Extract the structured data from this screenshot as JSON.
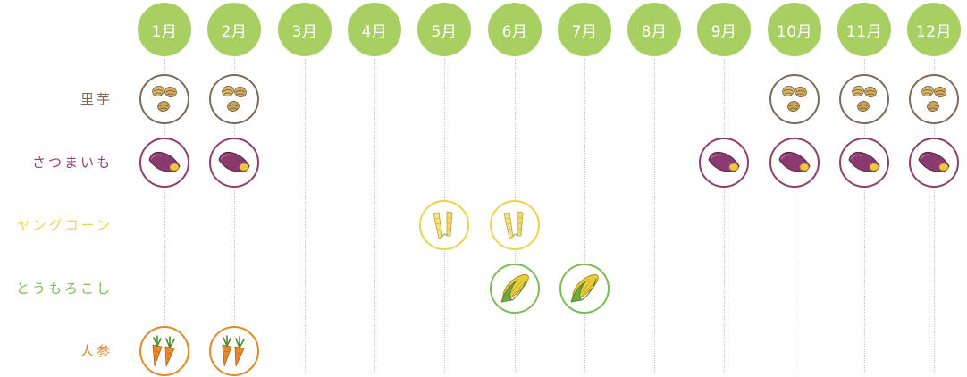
{
  "months": [
    {
      "label": "1月"
    },
    {
      "label": "2月"
    },
    {
      "label": "3月"
    },
    {
      "label": "4月"
    },
    {
      "label": "5月"
    },
    {
      "label": "6月"
    },
    {
      "label": "7月"
    },
    {
      "label": "8月"
    },
    {
      "label": "9月"
    },
    {
      "label": "10月"
    },
    {
      "label": "11月"
    },
    {
      "label": "12月"
    }
  ],
  "header_color": "#a8cf62",
  "crops": [
    {
      "label": "里芋",
      "icon": "taro-icon",
      "color": "#7b6b5b",
      "months": [
        1,
        2,
        10,
        11,
        12
      ]
    },
    {
      "label": "さつまいも",
      "icon": "sweet-potato-icon",
      "color": "#8c3f6c",
      "months": [
        1,
        2,
        9,
        10,
        11,
        12
      ]
    },
    {
      "label": "ヤングコーン",
      "icon": "baby-corn-icon",
      "color": "#e8d44f",
      "months": [
        5,
        6
      ]
    },
    {
      "label": "とうもろこし",
      "icon": "corn-icon",
      "color": "#7dbb59",
      "months": [
        6,
        7
      ]
    },
    {
      "label": "人参",
      "icon": "carrot-icon",
      "color": "#e08a2c",
      "months": [
        1,
        2
      ]
    }
  ]
}
